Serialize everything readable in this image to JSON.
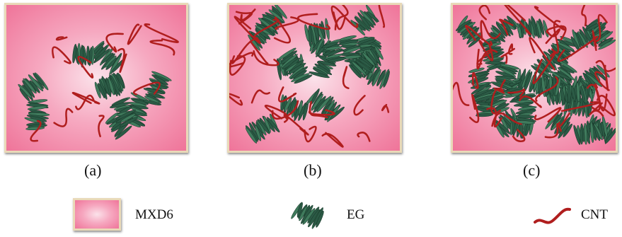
{
  "panels": [
    {
      "caption": "(a)"
    },
    {
      "caption": "(b)"
    },
    {
      "caption": "(c)"
    }
  ],
  "legend": {
    "matrix_label": "MXD6",
    "eg_label": "EG",
    "cnt_label": "CNT"
  },
  "colors": {
    "matrix": "#f28aaa",
    "border": "#e9d9b8",
    "eg": "#2b5a45",
    "cnt": "#b01e1e"
  }
}
